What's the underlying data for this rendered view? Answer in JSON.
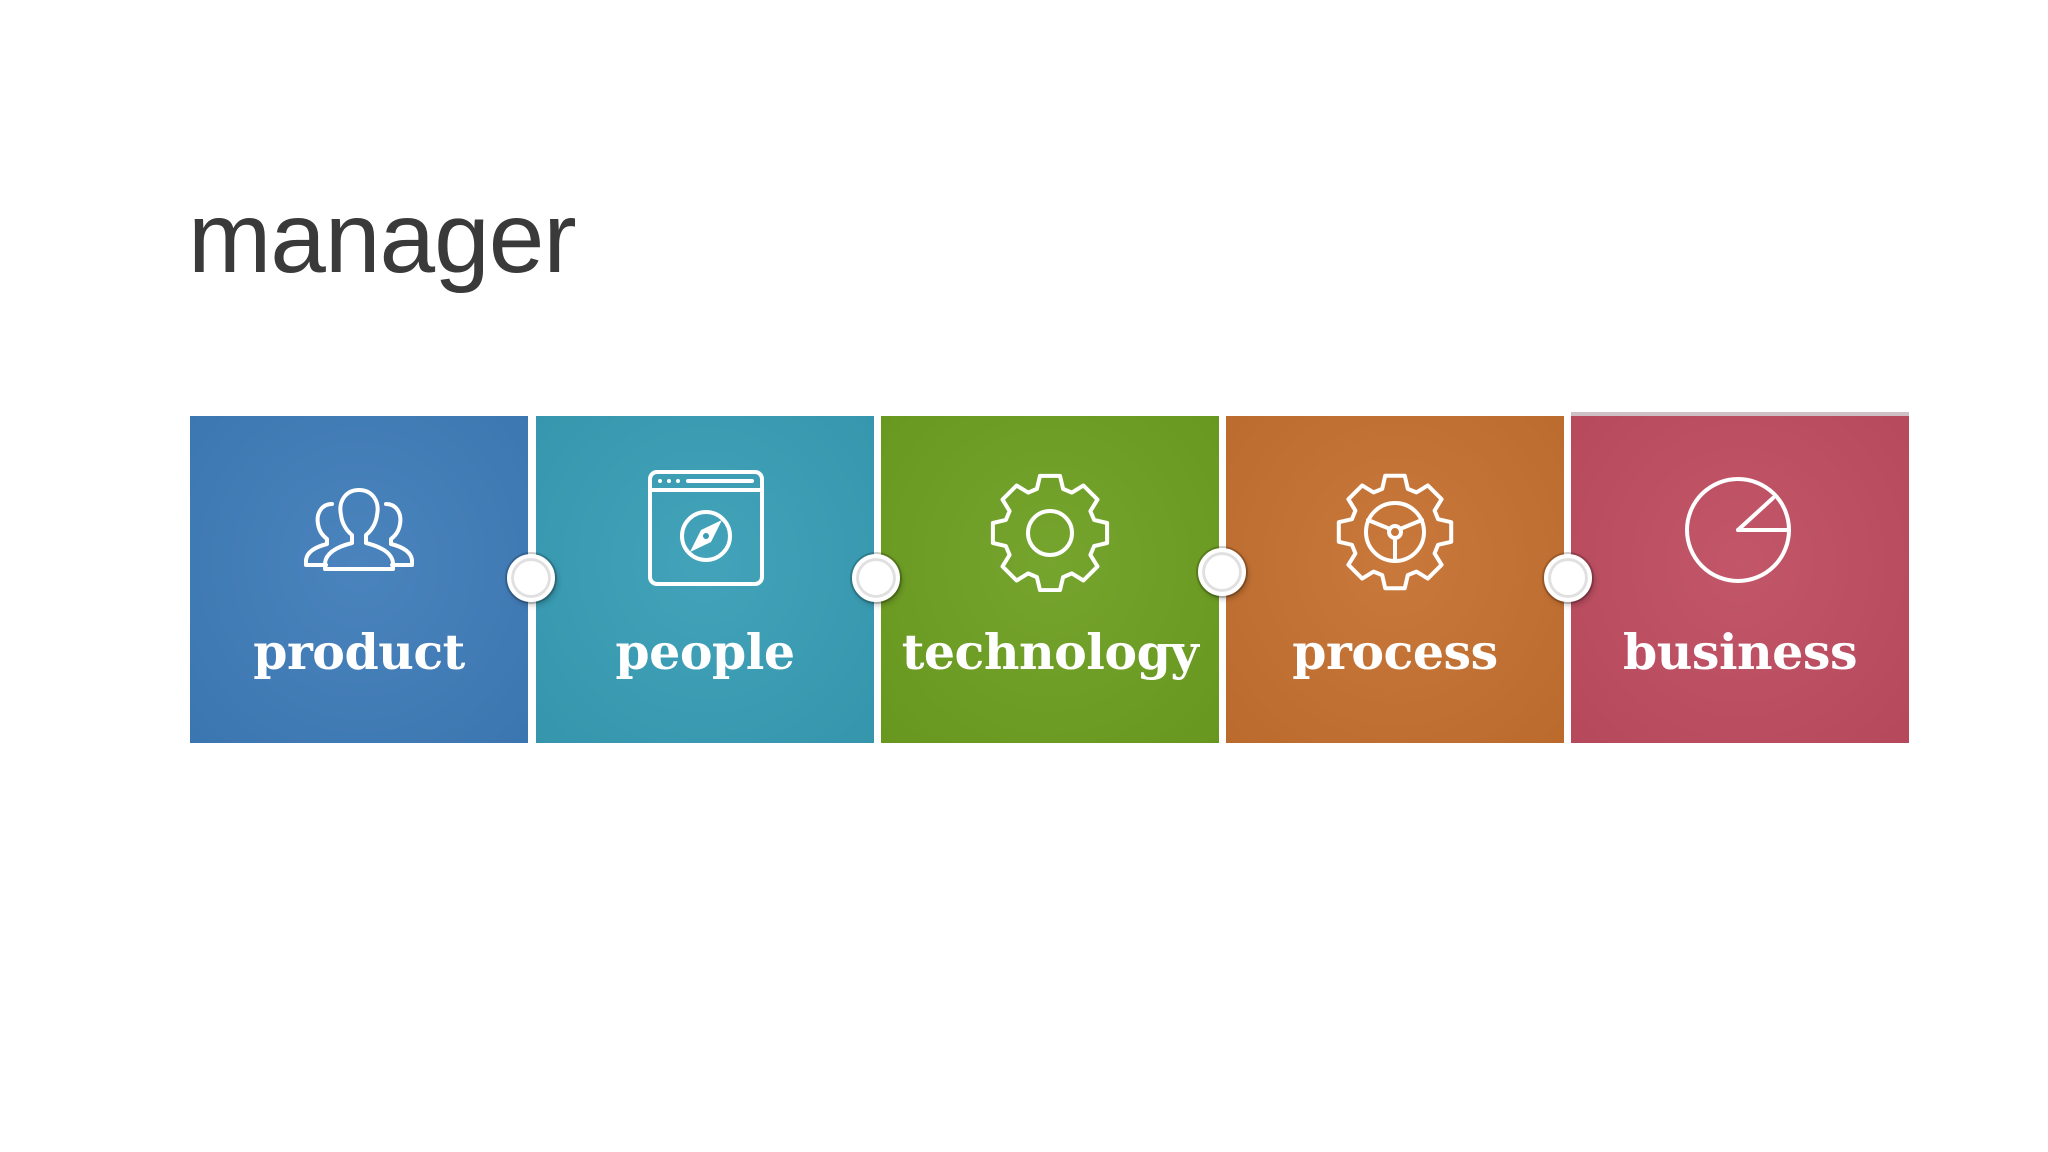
{
  "slide": {
    "title": "manager"
  },
  "tiles": [
    {
      "label": "product",
      "icon": "users-icon",
      "color": "#3f7cb9"
    },
    {
      "label": "people",
      "icon": "browser-compass-icon",
      "color": "#379db5"
    },
    {
      "label": "technology",
      "icon": "gear-icon",
      "color": "#6d9f21"
    },
    {
      "label": "process",
      "icon": "gear-wheel-icon",
      "color": "#c5702f"
    },
    {
      "label": "business",
      "icon": "pie-chart-icon",
      "color": "#bf4c60"
    }
  ]
}
